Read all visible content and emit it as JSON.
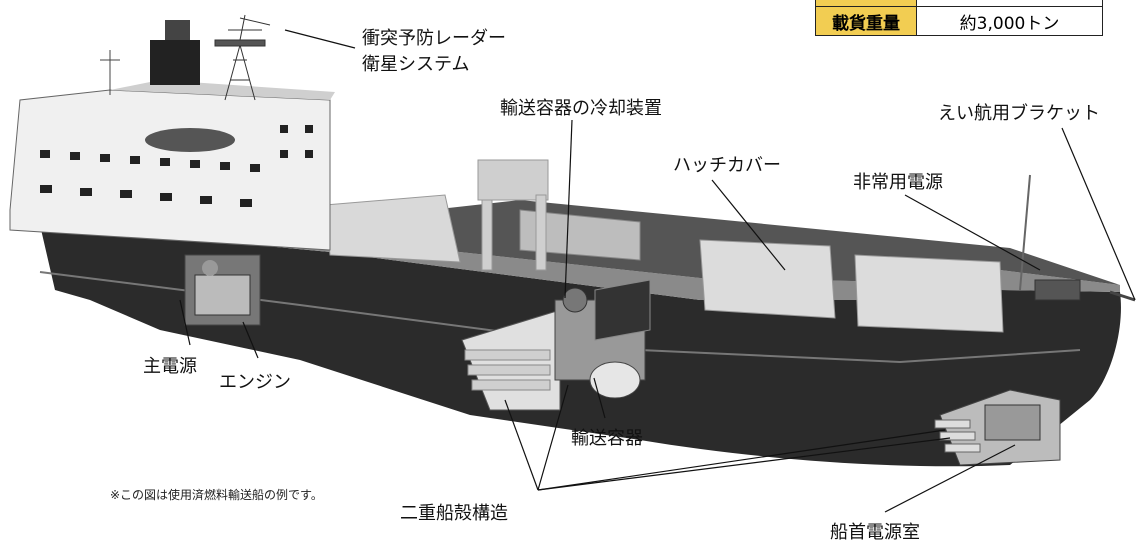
{
  "spec_table": {
    "rows": [
      {
        "label": "載貨重量",
        "value": "約3,000トン"
      }
    ]
  },
  "labels": {
    "radar_line1": "衝突予防レーダー",
    "radar_line2": "衛星システム",
    "cooling": "輸送容器の冷却装置",
    "bracket": "えい航用ブラケット",
    "hatch": "ハッチカバー",
    "emergency_power": "非常用電源",
    "main_power": "主電源",
    "engine": "エンジン",
    "container": "輸送容器",
    "double_hull": "二重船殻構造",
    "bow_power_room": "船首電源室"
  },
  "note": "※この図は使用済燃料輸送船の例です。"
}
